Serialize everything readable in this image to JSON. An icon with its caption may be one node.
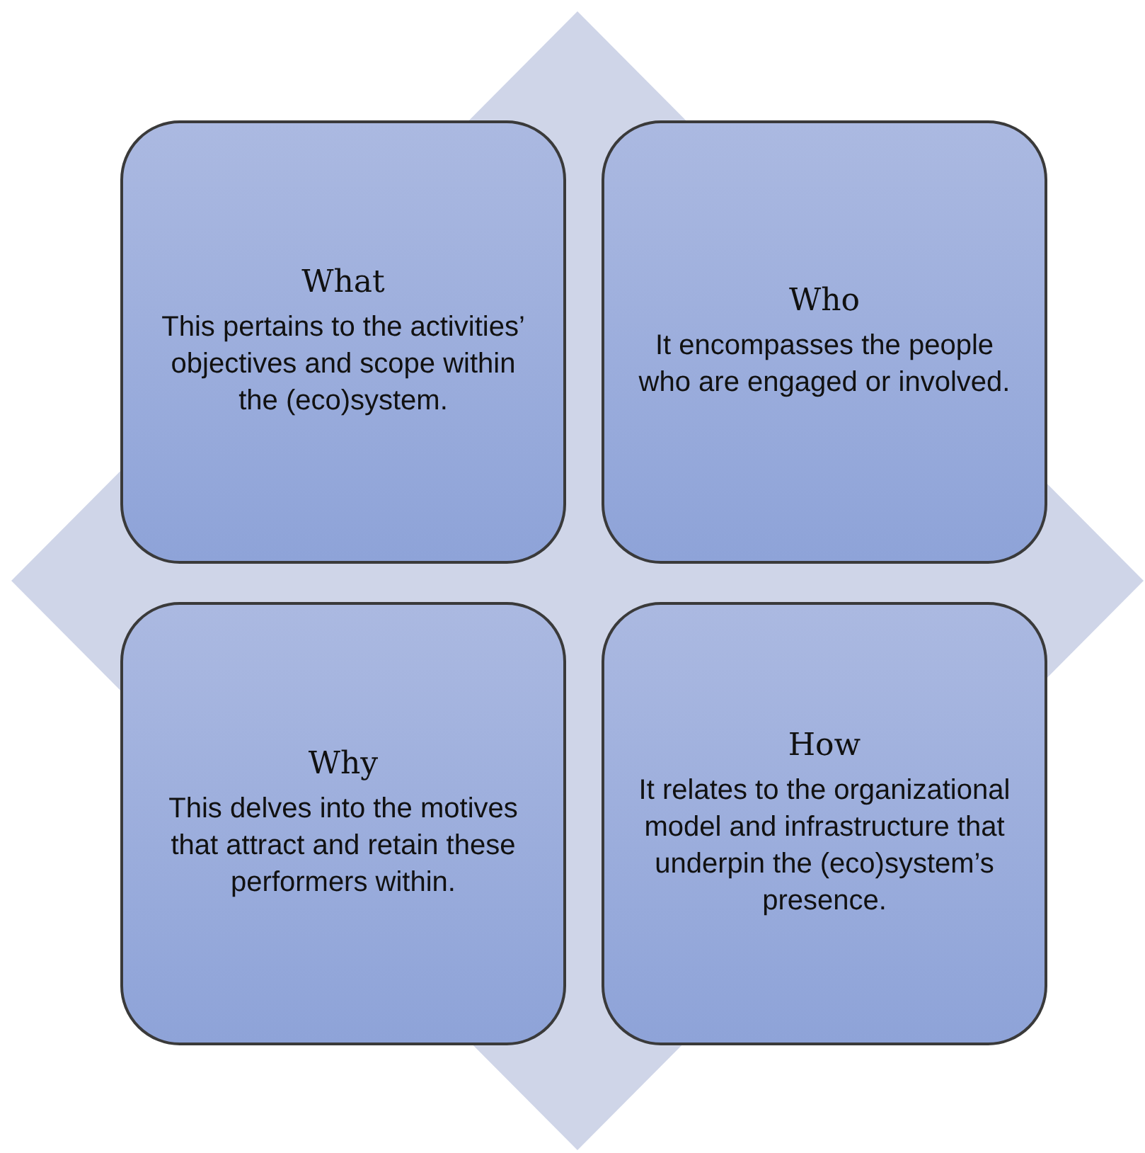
{
  "diagram": {
    "nodes": [
      {
        "text": [
          "What",
          "This pertains to the activities’ objectives and scope within the (eco)system."
        ]
      },
      {
        "text": [
          "Who",
          "It encompasses the people who are engaged or involved."
        ]
      },
      {
        "text": [
          "Why",
          "This delves into the motives that attract and retain these performers within."
        ]
      },
      {
        "text": [
          "How",
          "It relates to the organizational model and infrastructure that underpin the (eco)system’s presence."
        ]
      }
    ]
  }
}
